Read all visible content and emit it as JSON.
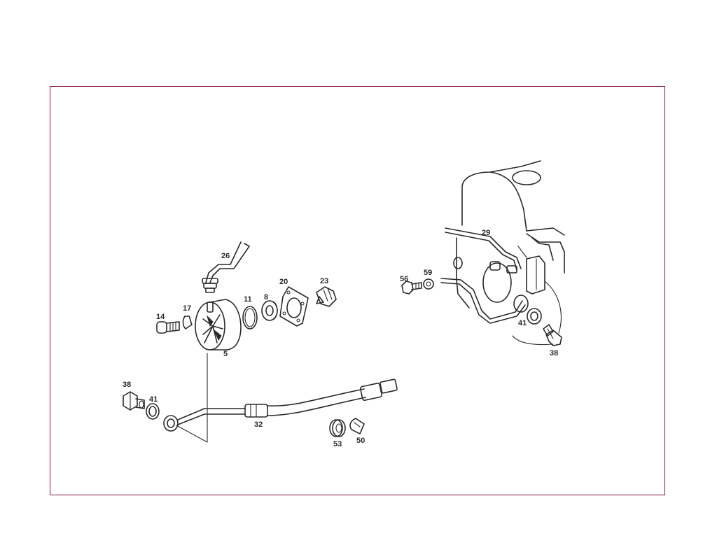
{
  "colors": {
    "frame": "#8a1538",
    "lines": "#2a2a2a",
    "background": "#ffffff"
  },
  "labels": {
    "p26": "26",
    "p14": "14",
    "p17": "17",
    "p5": "5",
    "p11": "11",
    "p8": "8",
    "p20": "20",
    "p23": "23",
    "p38_left": "38",
    "p41_left": "41",
    "p32": "32",
    "p53": "53",
    "p50": "50",
    "p29": "29",
    "p56": "56",
    "p59": "59",
    "p41_right": "41",
    "p38_right": "38"
  }
}
